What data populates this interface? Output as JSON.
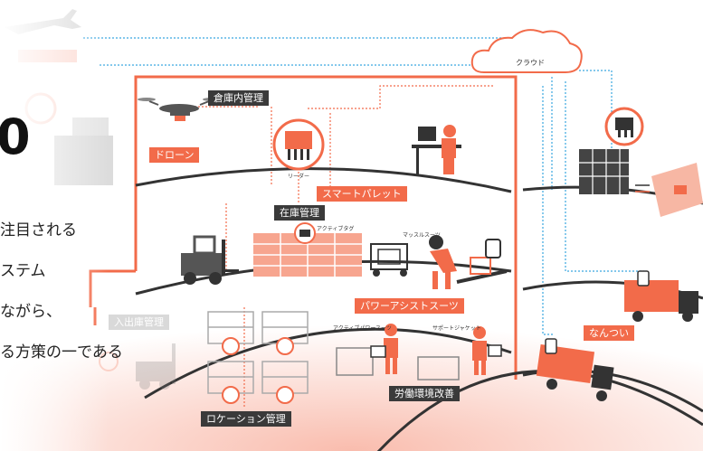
{
  "headline": {
    "number": "0",
    "lines": [
      "注目される",
      "ステム",
      "ながら、",
      "る方策の一である"
    ]
  },
  "cloud": {
    "label": "クラウド"
  },
  "labels": {
    "warehouse_mgmt": "倉庫内管理",
    "drone": "ドローン",
    "smart_pallet": "スマートパレット",
    "inventory_mgmt": "在庫管理",
    "power_assist": "パワーアシストスーツ",
    "inout_mgmt": "入出庫管理",
    "location_mgmt": "ロケーション管理",
    "labor_env": "労働環境改善",
    "nantsui": "なんつい"
  },
  "small_labels": {
    "reader": "リーダー",
    "active_tag": "アクティブタグ",
    "muscle_suit": "マッスルスーツ",
    "active_power_suit": "アクティブパワースーツ",
    "support_jacket": "サポートジャケット"
  },
  "colors": {
    "accent": "#f26b4a",
    "dark": "#3a3a3a",
    "dotted_blue": "#3aa6e0",
    "dotted_orange": "#f26b4a"
  }
}
